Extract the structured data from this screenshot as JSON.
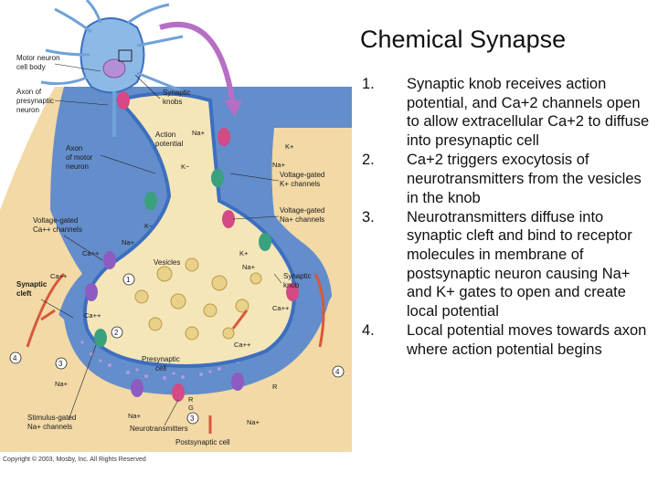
{
  "title": "Chemical Synapse",
  "steps": [
    {
      "num": "1.",
      "text": "Synaptic knob receives action potential, and Ca+2 channels open to allow extracellular Ca+2 to diffuse into presynaptic cell"
    },
    {
      "num": "2.",
      "text": "Ca+2 triggers exocytosis of neurotransmitters from the vesicles in the knob"
    },
    {
      "num": "3.",
      "text": "Neurotransmitters diffuse into synaptic cleft and bind to receptor molecules in membrane of postsynaptic neuron causing Na+ and K+ gates to open and create local potential"
    },
    {
      "num": "4.",
      "text": "Local potential moves towards axon where action potential begins"
    }
  ],
  "figure": {
    "labels": {
      "motor_neuron_cell_body_1": "Motor neuron",
      "motor_neuron_cell_body_2": "cell body",
      "axon_presynaptic_1": "Axon of",
      "axon_presynaptic_2": "presynaptic",
      "axon_presynaptic_3": "neuron",
      "synaptic_knobs_1": "Synaptic",
      "synaptic_knobs_2": "knobs",
      "axon_motor_1": "Axon",
      "axon_motor_2": "of motor",
      "axon_motor_3": "neuron",
      "action_potential_1": "Action",
      "action_potential_2": "potential",
      "vg_k_1": "Voltage-gated",
      "vg_k_2": "K+ channels",
      "vg_na_1": "Voltage-gated",
      "vg_na_2": "Na+ channels",
      "vg_ca_1": "Voltage-gated",
      "vg_ca_2": "Ca++ channels",
      "vesicles": "Vesicles",
      "synaptic_knob_1": "Synaptic",
      "synaptic_knob_2": "knob",
      "synaptic_cleft_1": "Synaptic",
      "synaptic_cleft_2": "cleft",
      "presynaptic_1": "Presynaptic",
      "presynaptic_2": "cell",
      "stimulus_gated_1": "Stimulus-gated",
      "stimulus_gated_2": "Na+ channels",
      "neurotransmitters": "Neurotransmitters",
      "postsynaptic_cell": "Postsynaptic cell",
      "copyright": "Copyright © 2003, Mosby, Inc. All Rights Reserved"
    },
    "ions": {
      "na_1": "Na+",
      "k_1": "K+",
      "k_2": "K−",
      "na_2": "Na+",
      "k_3": "K−",
      "na_3": "Na+",
      "k_4": "K+",
      "na_4": "Na+",
      "ca_1": "Ca++",
      "ca_2": "Ca++",
      "ca_3": "Ca++",
      "ca_4": "Ca++",
      "ca_5": "Ca++",
      "na_5": "Na+",
      "na_6": "Na+",
      "na_7": "Na+",
      "r_1": "R",
      "r_2": "R",
      "g": "G"
    },
    "markers": [
      "1",
      "2",
      "3",
      "4"
    ],
    "colors": {
      "tissue": "#f2d9a6",
      "cleft": "#4b7fd1",
      "cleft_dots": "#8e6bc6",
      "neuron": "#f5e6b9",
      "neuron_edge": "#3d6fc0",
      "cell_body": "#8db9e6",
      "nucleus": "#b58fd6",
      "arrow": "#d9583a",
      "curved_arrow": "#b66fc4"
    }
  }
}
